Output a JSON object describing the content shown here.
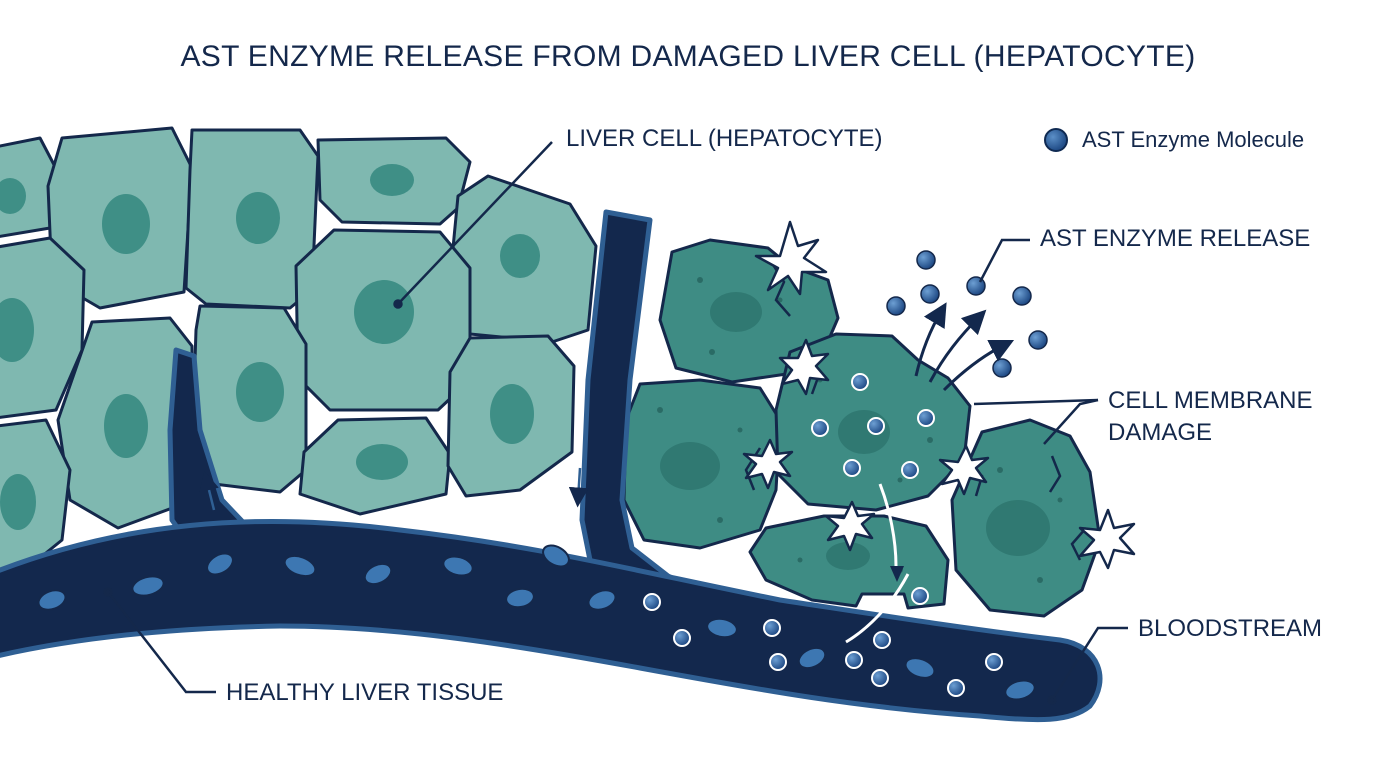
{
  "title": "AST ENZYME RELEASE FROM DAMAGED LIVER CELL (HEPATOCYTE)",
  "labels": {
    "hepatocyte": "LIVER CELL (HEPATOCYTE)",
    "release": "AST ENZYME RELEASE",
    "membrane_line1": "CELL MEMBRANE",
    "membrane_line2": "DAMAGE",
    "bloodstream": "BLOODSTREAM",
    "healthy": "HEALTHY LIVER TISSUE"
  },
  "legend": {
    "icon": "ast-enzyme-molecule-icon",
    "text": "AST Enzyme Molecule"
  },
  "colors": {
    "healthy_cell": "#7fb8b0",
    "nucleus": "#3f8f86",
    "damaged_cell": "#3e8c84",
    "vessel": "#13284d",
    "vessel_border": "#2f5f93",
    "red_cell": "#3d77b2",
    "enzyme": "#2b5a93",
    "outline": "#14284b"
  }
}
